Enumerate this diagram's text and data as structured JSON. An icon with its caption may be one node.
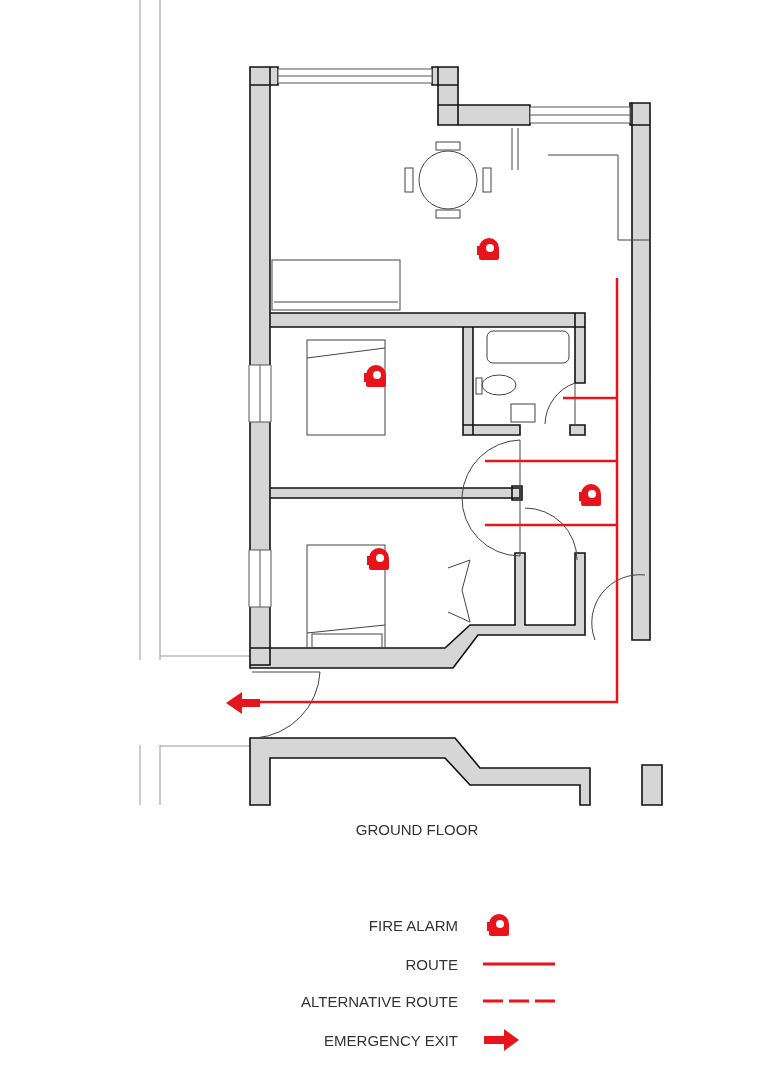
{
  "diagram": {
    "caption": "GROUND FLOOR",
    "legend": [
      {
        "text": "FIRE ALARM"
      },
      {
        "text": "ROUTE"
      },
      {
        "text": "ALTERNATIVE ROUTE"
      },
      {
        "text": "EMERGENCY EXIT"
      }
    ]
  }
}
